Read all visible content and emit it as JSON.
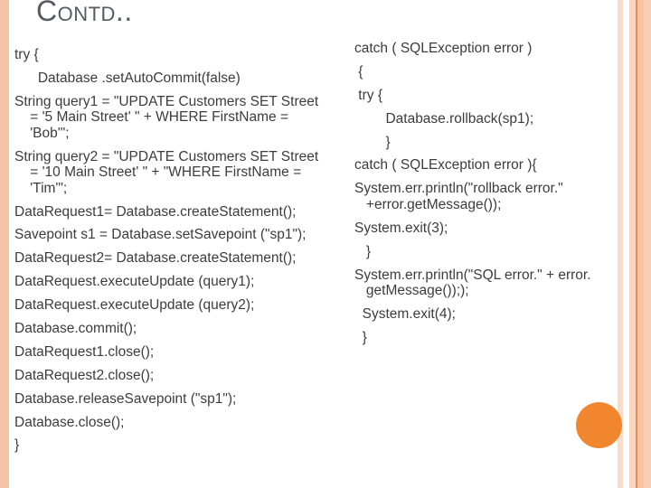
{
  "slide": {
    "title": "Contd..",
    "colors": {
      "accent_circle": "#F2862F",
      "left_stripe": "#F5C3A8",
      "stripe_light": "#F8DCCB",
      "stripe_mid": "#F8D5BE",
      "stripe_line": "#DD9157",
      "stripe_deep": "#F9C3A3",
      "stripe_soft": "#FACDB6",
      "title_text": "#565B61",
      "body_text": "#3C3C3C",
      "slide_bg": "#FFFFFF"
    },
    "left_column": {
      "paragraphs": [
        [
          "try {"
        ],
        [
          "      Database .setAutoCommit(false)"
        ],
        [
          "String query1 = \"UPDATE Customers SET Street",
          "    = '5 Main Street' \" + WHERE FirstName =",
          "    'Bob'\";"
        ],
        [
          "String query2 = \"UPDATE Customers SET Street",
          "    = '10 Main Street' \" + \"WHERE FirstName =",
          "    'Tim'\";"
        ],
        [
          "DataRequest1= Database.createStatement();"
        ],
        [
          "Savepoint s1 = Database.setSavepoint (\"sp1\");"
        ],
        [
          "DataRequest2= Database.createStatement();"
        ],
        [
          "DataRequest.executeUpdate (query1);"
        ],
        [
          "DataRequest.executeUpdate (query2);"
        ],
        [
          "Database.commit();"
        ],
        [
          "DataRequest1.close();"
        ],
        [
          "DataRequest2.close();"
        ],
        [
          "Database.releaseSavepoint (\"sp1\");"
        ],
        [
          "Database.close();"
        ],
        [
          "}"
        ]
      ]
    },
    "right_column": {
      "paragraphs": [
        [
          "catch ( SQLException error )"
        ],
        [
          " {"
        ],
        [
          " try {"
        ],
        [
          "        Database.rollback(sp1);"
        ],
        [
          "        }"
        ],
        [
          "catch ( SQLException error ){"
        ],
        [
          "System.err.println(\"rollback error.\"",
          "   +error.getMessage());"
        ],
        [
          "System.exit(3);"
        ],
        [
          "   }"
        ],
        [
          "System.err.println(\"SQL error.\" + error.",
          "   getMessage()););"
        ],
        [
          "  System.exit(4);"
        ],
        [
          "  }"
        ]
      ]
    }
  }
}
